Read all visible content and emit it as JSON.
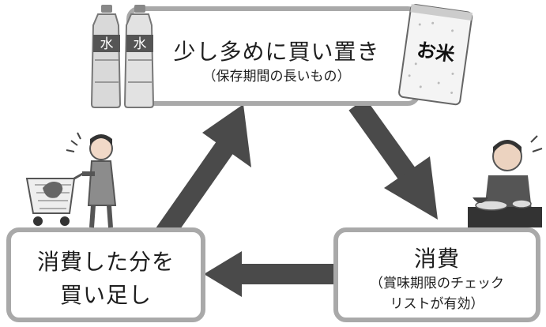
{
  "nodes": {
    "stockpile": {
      "title": "少し多めに買い置き",
      "subtitle": "（保存期間の長いもの）"
    },
    "consume": {
      "title": "消費",
      "subtitle_line1": "（賞味期限のチェック",
      "subtitle_line2": "リストが有効）"
    },
    "replenish": {
      "title_line1": "消費した分を",
      "title_line2": "買い足し"
    }
  },
  "illustrations": {
    "water_bottle_label": "水",
    "rice_bag_label": "お米"
  },
  "colors": {
    "box_border": "#a9a9a9",
    "arrow": "#4a4a4a",
    "text": "#1e1e1e"
  },
  "icons": [
    "water-bottles-icon",
    "rice-bag-icon",
    "shopper-with-cart-icon",
    "person-eating-icon"
  ]
}
